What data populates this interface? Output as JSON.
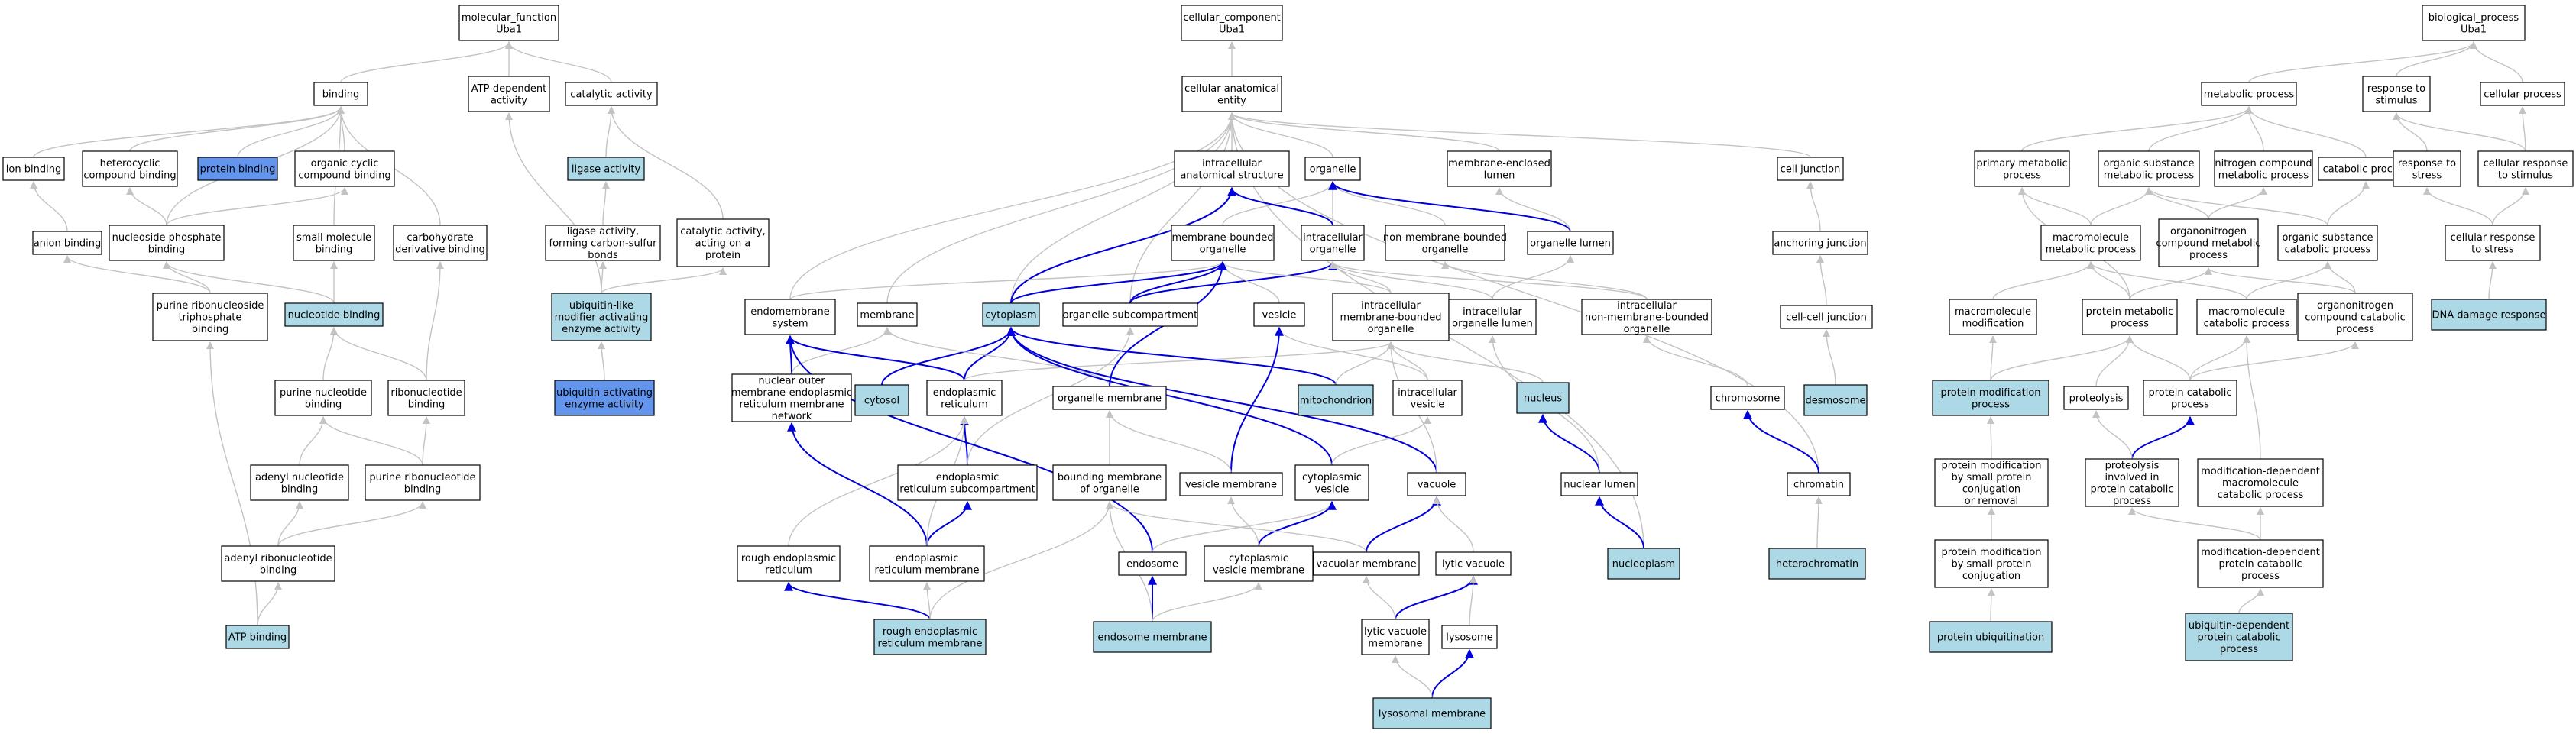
{
  "colors": {
    "default_fill": "#ffffff",
    "annotated_fill": "#add8e6",
    "emphasis_fill": "#6495ed",
    "gray_edge": "#c3c3c3",
    "blue_edge": "#0000dd"
  },
  "nodes": [
    {
      "id": "mf",
      "lines": [
        "molecular_function",
        "Uba1"
      ],
      "fill": "white"
    },
    {
      "id": "binding",
      "lines": [
        "binding"
      ],
      "fill": "white"
    },
    {
      "id": "atpdep",
      "lines": [
        "ATP-dependent",
        "activity"
      ],
      "fill": "white"
    },
    {
      "id": "catact",
      "lines": [
        "catalytic activity"
      ],
      "fill": "white"
    },
    {
      "id": "ionbind",
      "lines": [
        "ion binding"
      ],
      "fill": "white"
    },
    {
      "id": "hetbind",
      "lines": [
        "heterocyclic",
        "compound binding"
      ],
      "fill": "white"
    },
    {
      "id": "protbind",
      "lines": [
        "protein binding"
      ],
      "fill": "emph"
    },
    {
      "id": "orgcyc",
      "lines": [
        "organic cyclic",
        "compound binding"
      ],
      "fill": "white"
    },
    {
      "id": "ligact",
      "lines": [
        "ligase activity"
      ],
      "fill": "blue"
    },
    {
      "id": "anionbind",
      "lines": [
        "anion binding"
      ],
      "fill": "white"
    },
    {
      "id": "nucphos",
      "lines": [
        "nucleoside phosphate",
        "binding"
      ],
      "fill": "white"
    },
    {
      "id": "smallmol",
      "lines": [
        "small molecule",
        "binding"
      ],
      "fill": "white"
    },
    {
      "id": "carbbind",
      "lines": [
        "carbohydrate",
        "derivative binding"
      ],
      "fill": "white"
    },
    {
      "id": "ligcs",
      "lines": [
        "ligase activity,",
        "forming carbon-sulfur",
        "bonds"
      ],
      "fill": "white"
    },
    {
      "id": "catprot",
      "lines": [
        "catalytic activity,",
        "acting on a",
        "protein"
      ],
      "fill": "white"
    },
    {
      "id": "purribotri",
      "lines": [
        "purine ribonucleoside",
        "triphosphate",
        "binding"
      ],
      "fill": "white"
    },
    {
      "id": "nucbind",
      "lines": [
        "nucleotide binding"
      ],
      "fill": "blue"
    },
    {
      "id": "ublact",
      "lines": [
        "ubiquitin-like",
        "modifier activating",
        "enzyme activity"
      ],
      "fill": "blue"
    },
    {
      "id": "purnuc",
      "lines": [
        "purine nucleotide",
        "binding"
      ],
      "fill": "white"
    },
    {
      "id": "ribonuc",
      "lines": [
        "ribonucleotide",
        "binding"
      ],
      "fill": "white"
    },
    {
      "id": "ubact",
      "lines": [
        "ubiquitin activating",
        "enzyme activity"
      ],
      "fill": "emph"
    },
    {
      "id": "adenyl",
      "lines": [
        "adenyl nucleotide",
        "binding"
      ],
      "fill": "white"
    },
    {
      "id": "purribo",
      "lines": [
        "purine ribonucleotide",
        "binding"
      ],
      "fill": "white"
    },
    {
      "id": "adribo",
      "lines": [
        "adenyl ribonucleotide",
        "binding"
      ],
      "fill": "white"
    },
    {
      "id": "atpbind",
      "lines": [
        "ATP binding"
      ],
      "fill": "blue"
    },
    {
      "id": "cc",
      "lines": [
        "cellular_component",
        "Uba1"
      ],
      "fill": "white"
    },
    {
      "id": "cae",
      "lines": [
        "cellular anatomical",
        "entity"
      ],
      "fill": "white"
    },
    {
      "id": "intanat",
      "lines": [
        "intracellular",
        "anatomical structure"
      ],
      "fill": "white"
    },
    {
      "id": "organelle",
      "lines": [
        "organelle"
      ],
      "fill": "white"
    },
    {
      "id": "memenc",
      "lines": [
        "membrane-enclosed",
        "lumen"
      ],
      "fill": "white"
    },
    {
      "id": "celljunc",
      "lines": [
        "cell junction"
      ],
      "fill": "white"
    },
    {
      "id": "membound",
      "lines": [
        "membrane-bounded",
        "organelle"
      ],
      "fill": "white"
    },
    {
      "id": "intorg",
      "lines": [
        "intracellular",
        "organelle"
      ],
      "fill": "white"
    },
    {
      "id": "nonmem",
      "lines": [
        "non-membrane-bounded",
        "organelle"
      ],
      "fill": "white"
    },
    {
      "id": "orglumen",
      "lines": [
        "organelle lumen"
      ],
      "fill": "white"
    },
    {
      "id": "anchjunc",
      "lines": [
        "anchoring junction"
      ],
      "fill": "white"
    },
    {
      "id": "endomem",
      "lines": [
        "endomembrane",
        "system"
      ],
      "fill": "white"
    },
    {
      "id": "membrane",
      "lines": [
        "membrane"
      ],
      "fill": "white"
    },
    {
      "id": "cytoplasm",
      "lines": [
        "cytoplasm"
      ],
      "fill": "blue"
    },
    {
      "id": "orgsub",
      "lines": [
        "organelle subcompartment"
      ],
      "fill": "white"
    },
    {
      "id": "vesicle",
      "lines": [
        "vesicle"
      ],
      "fill": "white"
    },
    {
      "id": "intmemorg",
      "lines": [
        "intracellular",
        "membrane-bounded",
        "organelle"
      ],
      "fill": "white"
    },
    {
      "id": "intorglumen",
      "lines": [
        "intracellular",
        "organelle lumen"
      ],
      "fill": "white"
    },
    {
      "id": "intnonmem",
      "lines": [
        "intracellular",
        "non-membrane-bounded",
        "organelle"
      ],
      "fill": "white"
    },
    {
      "id": "cellcell",
      "lines": [
        "cell-cell junction"
      ],
      "fill": "white"
    },
    {
      "id": "nucouter",
      "lines": [
        "nuclear outer",
        "membrane-endoplasmic",
        "reticulum membrane",
        "network"
      ],
      "fill": "white"
    },
    {
      "id": "cytosol",
      "lines": [
        "cytosol"
      ],
      "fill": "blue"
    },
    {
      "id": "er",
      "lines": [
        "endoplasmic",
        "reticulum"
      ],
      "fill": "white"
    },
    {
      "id": "orgmem",
      "lines": [
        "organelle membrane"
      ],
      "fill": "white"
    },
    {
      "id": "mito",
      "lines": [
        "mitochondrion"
      ],
      "fill": "blue"
    },
    {
      "id": "intves",
      "lines": [
        "intracellular",
        "vesicle"
      ],
      "fill": "white"
    },
    {
      "id": "nucleus",
      "lines": [
        "nucleus"
      ],
      "fill": "blue"
    },
    {
      "id": "chromosome",
      "lines": [
        "chromosome"
      ],
      "fill": "white"
    },
    {
      "id": "desmosome",
      "lines": [
        "desmosome"
      ],
      "fill": "blue"
    },
    {
      "id": "ersub",
      "lines": [
        "endoplasmic",
        "reticulum subcompartment"
      ],
      "fill": "white"
    },
    {
      "id": "boundmem",
      "lines": [
        "bounding membrane",
        "of organelle"
      ],
      "fill": "white"
    },
    {
      "id": "vesmem",
      "lines": [
        "vesicle membrane"
      ],
      "fill": "white"
    },
    {
      "id": "cytoves",
      "lines": [
        "cytoplasmic",
        "vesicle"
      ],
      "fill": "white"
    },
    {
      "id": "vacuole",
      "lines": [
        "vacuole"
      ],
      "fill": "white"
    },
    {
      "id": "nuclumen",
      "lines": [
        "nuclear lumen"
      ],
      "fill": "white"
    },
    {
      "id": "chromatin",
      "lines": [
        "chromatin"
      ],
      "fill": "white"
    },
    {
      "id": "rer",
      "lines": [
        "rough endoplasmic",
        "reticulum"
      ],
      "fill": "white"
    },
    {
      "id": "ermem",
      "lines": [
        "endoplasmic",
        "reticulum membrane"
      ],
      "fill": "white"
    },
    {
      "id": "endosome",
      "lines": [
        "endosome"
      ],
      "fill": "white"
    },
    {
      "id": "cytovesmem",
      "lines": [
        "cytoplasmic",
        "vesicle membrane"
      ],
      "fill": "white"
    },
    {
      "id": "vacmem",
      "lines": [
        "vacuolar membrane"
      ],
      "fill": "white"
    },
    {
      "id": "lyticvac",
      "lines": [
        "lytic vacuole"
      ],
      "fill": "white"
    },
    {
      "id": "nucleoplasm",
      "lines": [
        "nucleoplasm"
      ],
      "fill": "blue"
    },
    {
      "id": "heterochromatin",
      "lines": [
        "heterochromatin"
      ],
      "fill": "blue"
    },
    {
      "id": "rermem",
      "lines": [
        "rough endoplasmic",
        "reticulum membrane"
      ],
      "fill": "blue"
    },
    {
      "id": "endomembrane",
      "lines": [
        "endosome membrane"
      ],
      "fill": "blue"
    },
    {
      "id": "lyticvacmem",
      "lines": [
        "lytic vacuole",
        "membrane"
      ],
      "fill": "white"
    },
    {
      "id": "lysosome",
      "lines": [
        "lysosome"
      ],
      "fill": "white"
    },
    {
      "id": "lysomem",
      "lines": [
        "lysosomal membrane"
      ],
      "fill": "blue"
    },
    {
      "id": "bp",
      "lines": [
        "biological_process",
        "Uba1"
      ],
      "fill": "white"
    },
    {
      "id": "metproc",
      "lines": [
        "metabolic process"
      ],
      "fill": "white"
    },
    {
      "id": "respstim",
      "lines": [
        "response to",
        "stimulus"
      ],
      "fill": "white"
    },
    {
      "id": "cellproc",
      "lines": [
        "cellular process"
      ],
      "fill": "white"
    },
    {
      "id": "primmet",
      "lines": [
        "primary metabolic",
        "process"
      ],
      "fill": "white"
    },
    {
      "id": "orgsubmet",
      "lines": [
        "organic substance",
        "metabolic process"
      ],
      "fill": "white"
    },
    {
      "id": "nitro",
      "lines": [
        "nitrogen compound",
        "metabolic process"
      ],
      "fill": "white"
    },
    {
      "id": "catab",
      "lines": [
        "catabolic process"
      ],
      "fill": "white"
    },
    {
      "id": "respstress",
      "lines": [
        "response to",
        "stress"
      ],
      "fill": "white"
    },
    {
      "id": "cellresp",
      "lines": [
        "cellular response",
        "to stimulus"
      ],
      "fill": "white"
    },
    {
      "id": "macromet",
      "lines": [
        "macromolecule",
        "metabolic process"
      ],
      "fill": "white"
    },
    {
      "id": "orgnitmet",
      "lines": [
        "organonitrogen",
        "compound metabolic",
        "process"
      ],
      "fill": "white"
    },
    {
      "id": "orgsubcat",
      "lines": [
        "organic substance",
        "catabolic process"
      ],
      "fill": "white"
    },
    {
      "id": "cellrespstress",
      "lines": [
        "cellular response",
        "to stress"
      ],
      "fill": "white"
    },
    {
      "id": "macromod",
      "lines": [
        "macromolecule",
        "modification"
      ],
      "fill": "white"
    },
    {
      "id": "protmet",
      "lines": [
        "protein metabolic",
        "process"
      ],
      "fill": "white"
    },
    {
      "id": "macrocat",
      "lines": [
        "macromolecule",
        "catabolic process"
      ],
      "fill": "white"
    },
    {
      "id": "orgnitcat",
      "lines": [
        "organonitrogen",
        "compound catabolic",
        "process"
      ],
      "fill": "white"
    },
    {
      "id": "dnadmg",
      "lines": [
        "DNA damage response"
      ],
      "fill": "blue"
    },
    {
      "id": "protmod",
      "lines": [
        "protein modification",
        "process"
      ],
      "fill": "blue"
    },
    {
      "id": "proteolysis",
      "lines": [
        "proteolysis"
      ],
      "fill": "white"
    },
    {
      "id": "protcat",
      "lines": [
        "protein catabolic",
        "process"
      ],
      "fill": "white"
    },
    {
      "id": "protmodsmall",
      "lines": [
        "protein modification",
        "by small protein",
        "conjugation",
        "or removal"
      ],
      "fill": "white"
    },
    {
      "id": "proteoinv",
      "lines": [
        "proteolysis",
        "involved in",
        "protein catabolic",
        "process"
      ],
      "fill": "white"
    },
    {
      "id": "moddepmacro",
      "lines": [
        "modification-dependent",
        "macromolecule",
        "catabolic process"
      ],
      "fill": "white"
    },
    {
      "id": "protmodconj",
      "lines": [
        "protein modification",
        "by small protein",
        "conjugation"
      ],
      "fill": "white"
    },
    {
      "id": "moddepprot",
      "lines": [
        "modification-dependent",
        "protein catabolic",
        "process"
      ],
      "fill": "white"
    },
    {
      "id": "protubiq",
      "lines": [
        "protein ubiquitination"
      ],
      "fill": "blue"
    },
    {
      "id": "ubdep",
      "lines": [
        "ubiquitin-dependent",
        "protein catabolic",
        "process"
      ],
      "fill": "blue"
    }
  ]
}
